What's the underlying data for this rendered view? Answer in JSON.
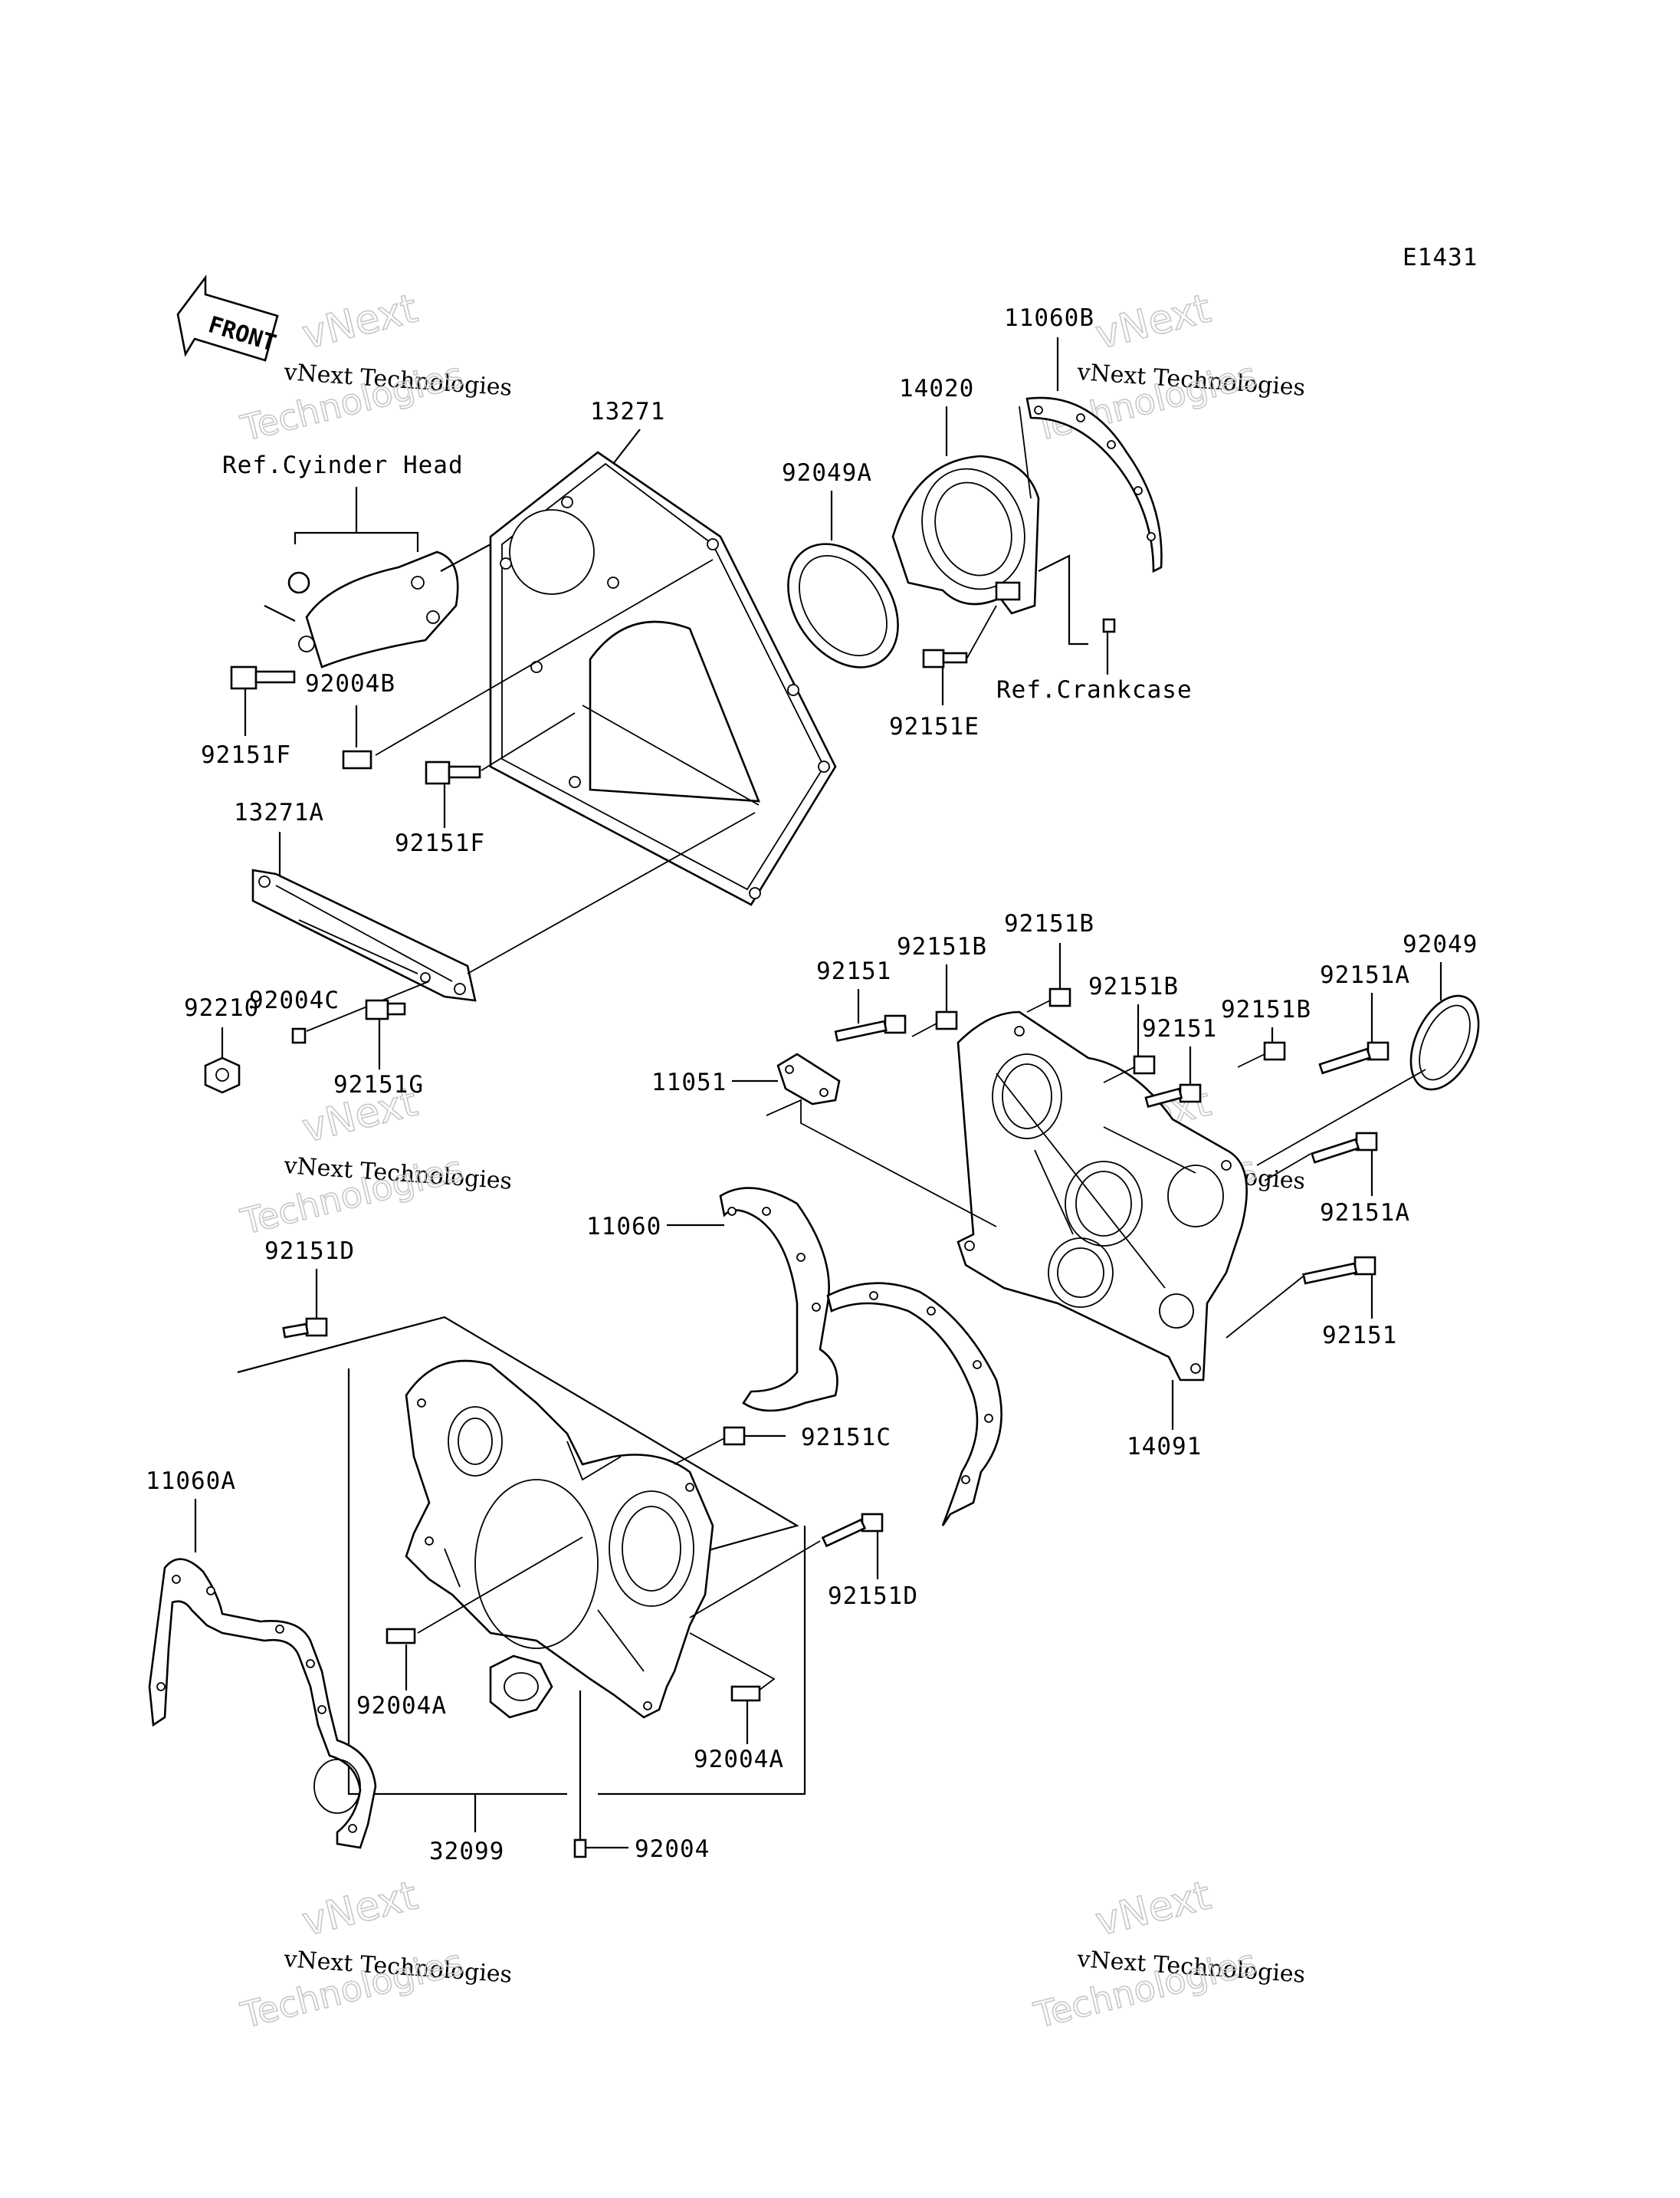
{
  "diagram_code": "E1431",
  "front_label": "FRONT",
  "watermark": {
    "line1": "vNext",
    "line2": "vNext Technologies",
    "line3": "Technologies"
  },
  "labels": {
    "p13271": "13271",
    "ref_cylinder_head": "Ref.Cyinder Head",
    "p92004B": "92004B",
    "p92151F_a": "92151F",
    "p92151F_b": "92151F",
    "p13271A": "13271A",
    "p92004C": "92004C",
    "p92210": "92210",
    "p92151G": "92151G",
    "p11060B": "11060B",
    "p14020": "14020",
    "p92049A": "92049A",
    "ref_crankcase": "Ref.Crankcase",
    "p92151E": "92151E",
    "p92151B_a": "92151B",
    "p92151B_b": "92151B",
    "p92151B_c": "92151B",
    "p92151B_d": "92151B",
    "p92151_a": "92151",
    "p92151_b": "92151",
    "p92151_c": "92151",
    "p92049": "92049",
    "p92151A_a": "92151A",
    "p92151A_b": "92151A",
    "p11051": "11051",
    "p11060": "11060",
    "p14091": "14091",
    "p92151D_a": "92151D",
    "p92151D_b": "92151D",
    "p92151C": "92151C",
    "p11060A": "11060A",
    "p92004A_a": "92004A",
    "p92004A_b": "92004A",
    "p32099": "32099",
    "p92004": "92004"
  }
}
